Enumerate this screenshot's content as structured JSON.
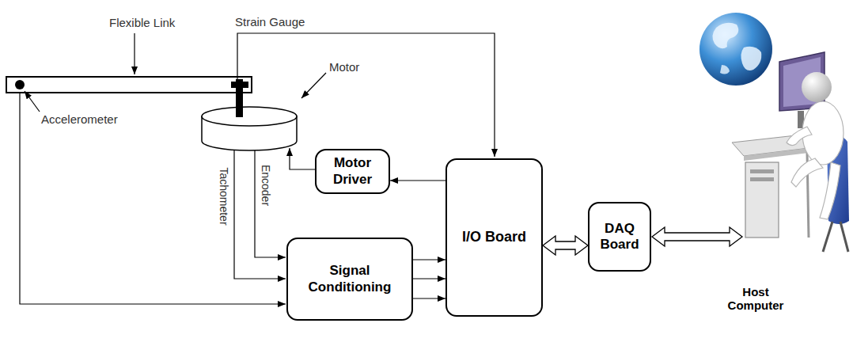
{
  "diagram": {
    "nodes": [
      {
        "text": [
          "Motor Driver"
        ]
      },
      {
        "text": [
          "Signal Conditioning"
        ]
      },
      {
        "text": [
          "I/O Board"
        ]
      },
      {
        "text": [
          "DAQ Board"
        ]
      }
    ],
    "edges": [
      {
        "from": 2,
        "to": 0,
        "arrow": "to"
      },
      {
        "from": 1,
        "to": 2,
        "arrow": "to"
      },
      {
        "from": 1,
        "to": 2,
        "arrow": "to"
      },
      {
        "from": 1,
        "to": 2,
        "arrow": "to"
      },
      {
        "from": 2,
        "to": 3,
        "arrow": "both"
      }
    ],
    "labels": [
      "Flexible Link",
      "Strain Gauge",
      "Accelerometer",
      "Motor",
      "Tachometer",
      "Encoder",
      "Host Computer"
    ]
  }
}
